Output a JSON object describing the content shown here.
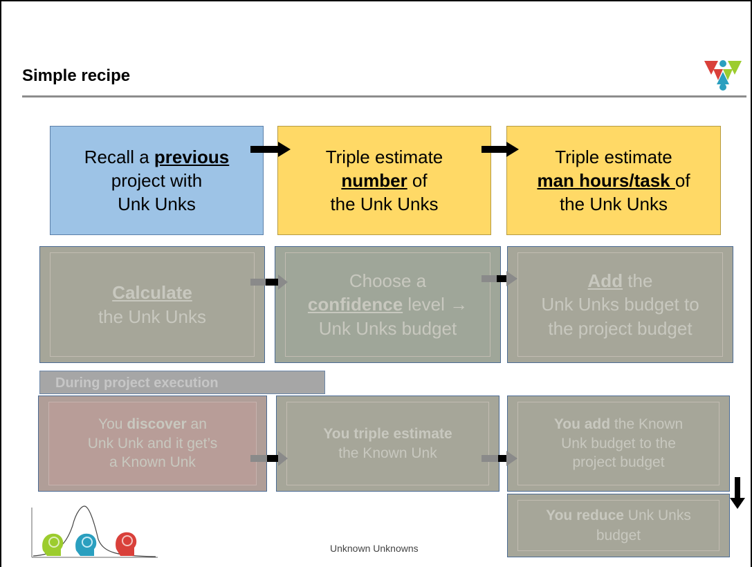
{
  "slide": {
    "title": "Simple recipe",
    "footer": "Unknown Unknowns"
  },
  "row1": [
    {
      "pre": "Recall a ",
      "emph": "previous",
      "post": "\nproject with\nUnk Unks"
    },
    {
      "pre": "Triple estimate\n",
      "emph": "number",
      "post": " of\nthe Unk Unks"
    },
    {
      "pre": "Triple estimate\n",
      "emph": "man hours/task ",
      "post": "of\nthe Unk Unks"
    }
  ],
  "row2": [
    {
      "pre": "",
      "emph": "Calculate",
      "post": "\nthe Unk Unks"
    },
    {
      "pre": "Choose a\n",
      "emph": "confidence",
      "post": " level →\nUnk Unks budget"
    },
    {
      "pre": "",
      "emph": "Add",
      "post": " the\nUnk Unks budget to\nthe project budget"
    }
  ],
  "section_label": "During project execution",
  "row3": [
    {
      "pre": "You ",
      "bold": "discover",
      "post": " an\nUnk Unk and it get’s\na Known Unk"
    },
    {
      "pre": "",
      "bold": "You triple estimate",
      "post": "\nthe Known Unk"
    },
    {
      "pre": "",
      "bold": "You add",
      "post": " the Known\nUnk budget to the\nproject budget"
    }
  ],
  "row4": {
    "pre": "",
    "bold": "You reduce",
    "post": " Unk Unks\nbudget"
  },
  "colors": {
    "blue_box": "#9dc3e6",
    "yellow_box": "#ffd966",
    "ghost_box": "#a6a699",
    "logo_red": "#d9403a",
    "logo_teal": "#2a9fbf",
    "logo_green": "#9ccc2e"
  },
  "icons": [
    "logo-icon",
    "arrow-right-icon",
    "arrow-down-icon",
    "head-maze-icon",
    "bell-curve-icon"
  ]
}
